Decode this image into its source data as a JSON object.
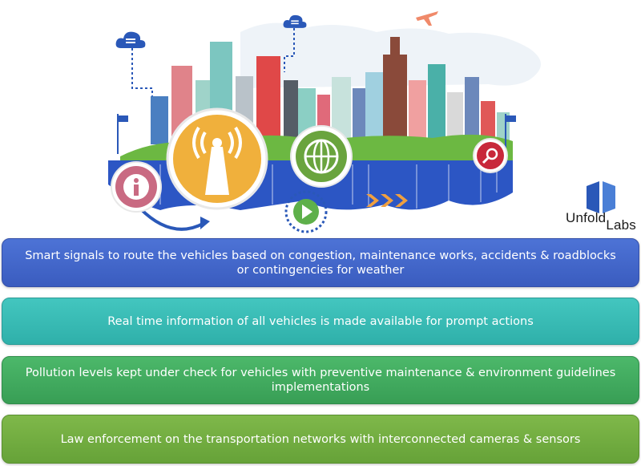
{
  "logo": {
    "part1": "Unfold",
    "part2": "Labs"
  },
  "banners": [
    {
      "text": "Smart signals to route the vehicles based on congestion, maintenance works, accidents & roadblocks or contingencies for weather"
    },
    {
      "text": "Real time information of all vehicles is made available for prompt actions"
    },
    {
      "text": "Pollution levels kept under check for vehicles with preventive maintenance & environment guidelines implementations"
    },
    {
      "text": "Law enforcement on the transportation networks with interconnected cameras & sensors"
    }
  ],
  "colors": {
    "banner1": "#4167cf",
    "banner2": "#38bab4",
    "banner3": "#42ab60",
    "banner4": "#72ad41",
    "signal_circle": "#f0b03c",
    "info_circle": "#c96a82",
    "globe_circle": "#6aa43e",
    "search_circle": "#c8283a",
    "water": "#2c56c4"
  },
  "icons": [
    "cloud-download-icon",
    "cloud-download-icon",
    "airplane-icon",
    "signal-tower-icon",
    "info-icon",
    "globe-icon",
    "search-icon",
    "play-icon",
    "arrows-icon",
    "flag-icon"
  ]
}
